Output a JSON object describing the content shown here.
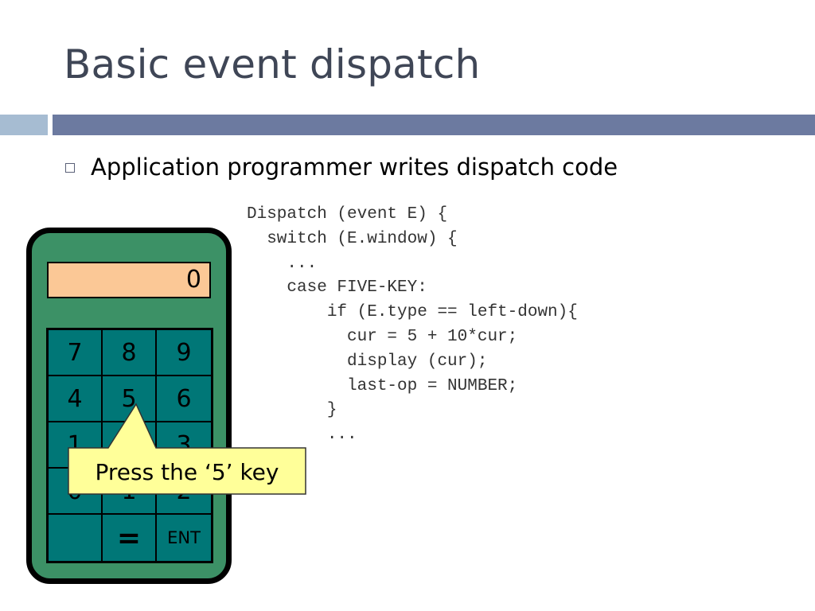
{
  "slide": {
    "title": "Basic event dispatch",
    "bullet": "Application programmer writes dispatch code"
  },
  "code": {
    "text": "Dispatch (event E) {\n  switch (E.window) {\n    ...\n    case FIVE-KEY:\n        if (E.type == left-down){\n          cur = 5 + 10*cur;\n          display (cur);\n          last-op = NUMBER;\n        }\n        ..."
  },
  "calculator": {
    "display_value": "0",
    "keys": [
      "7",
      "8",
      "9",
      "4",
      "5",
      "6",
      "1",
      "2",
      "3",
      "0",
      "1",
      "2",
      "",
      "=",
      "ENT"
    ]
  },
  "callout": {
    "text": "Press the ‘5’ key"
  },
  "colors": {
    "title": "#3f4656",
    "bar_light": "#a6bcd2",
    "bar_dark": "#6c7aa0",
    "calc_body": "#3c9166",
    "keypad": "#007777",
    "display_bg": "#fbc896",
    "callout_bg": "#ffff99"
  }
}
